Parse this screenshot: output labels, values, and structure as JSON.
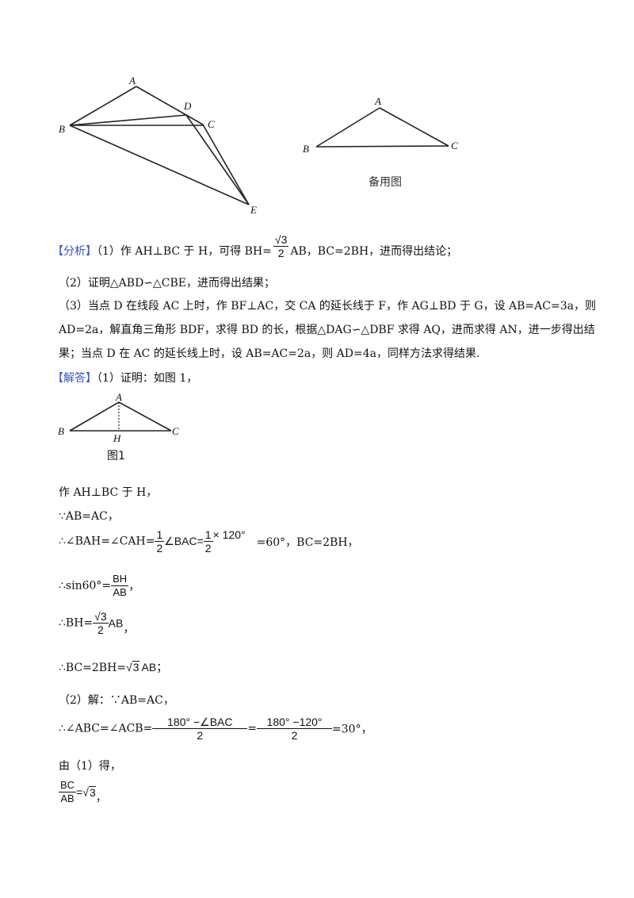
{
  "figures": {
    "main": {
      "A": "A",
      "B": "B",
      "C": "C",
      "D": "D",
      "E": "E"
    },
    "spare": {
      "A": "A",
      "B": "B",
      "C": "C",
      "caption": "备用图"
    },
    "fig1": {
      "A": "A",
      "B": "B",
      "C": "C",
      "H": "H",
      "caption": "图1"
    }
  },
  "analysis": {
    "tag": "【分析】",
    "p1_a": "（1）作 AH⊥BC 于 H，可得 BH=",
    "p1_frac_num": "√3",
    "p1_frac_den": "2",
    "p1_b": "AB，BC=2BH，进而得出结论；",
    "p2": "（2）证明△ABD∽△CBE，进而得出结果；",
    "p3": "（3）当点 D 在线段 AC 上时，作 BF⊥AC，交 CA 的延长线于 F，作 AG⊥BD 于 G，设 AB=AC=3a，则",
    "p4": "AD=2a，解直角三角形 BDF，求得 BD 的长，根据△DAG∽△DBF 求得 AQ，进而求得 AN，进一步得出结",
    "p5": "果；当点 D 在 AC 的延长线上时，设 AB=AC=2a，则 AD=4a，同样方法求得结果."
  },
  "solution": {
    "tag": "【解答】",
    "intro": "（1）证明：如图 1，",
    "l1": "作 AH⊥BC 于 H，",
    "l2": "∵AB=AC，",
    "l3_a": "∴∠BAH=∠CAH=",
    "l3_f1n": "1",
    "l3_f1d": "2",
    "l3_mid": "∠BAC=",
    "l3_f2n": "1",
    "l3_f2d": "2",
    "l3_end": "× 120°",
    "l3_b": "=60°，BC=2BH，",
    "l4_a": "∴sin60°=",
    "l4_n": "BH",
    "l4_d": "AB",
    "l4_b": "，",
    "l5_a": "∴BH=",
    "l5_n": "√3",
    "l5_d": "2",
    "l5_b": "AB",
    "l5_c": "，",
    "l6_a": "∴BC=2BH=",
    "l6_r": "3",
    "l6_b": "AB；",
    "p2_intro": "（2）解：∵AB=AC，",
    "l7_a": "∴∠ABC=∠ACB=",
    "l7_f1n": "180°  −∠BAC",
    "l7_f1d": "2",
    "l7_eq": "=",
    "l7_f2n": "180°  −120°",
    "l7_f2d": "2",
    "l7_b": "=30°，",
    "l8": "由（1）得，",
    "l9_n": "BC",
    "l9_d": "AB",
    "l9_eq": "=",
    "l9_r": "3",
    "l9_b": "，"
  }
}
